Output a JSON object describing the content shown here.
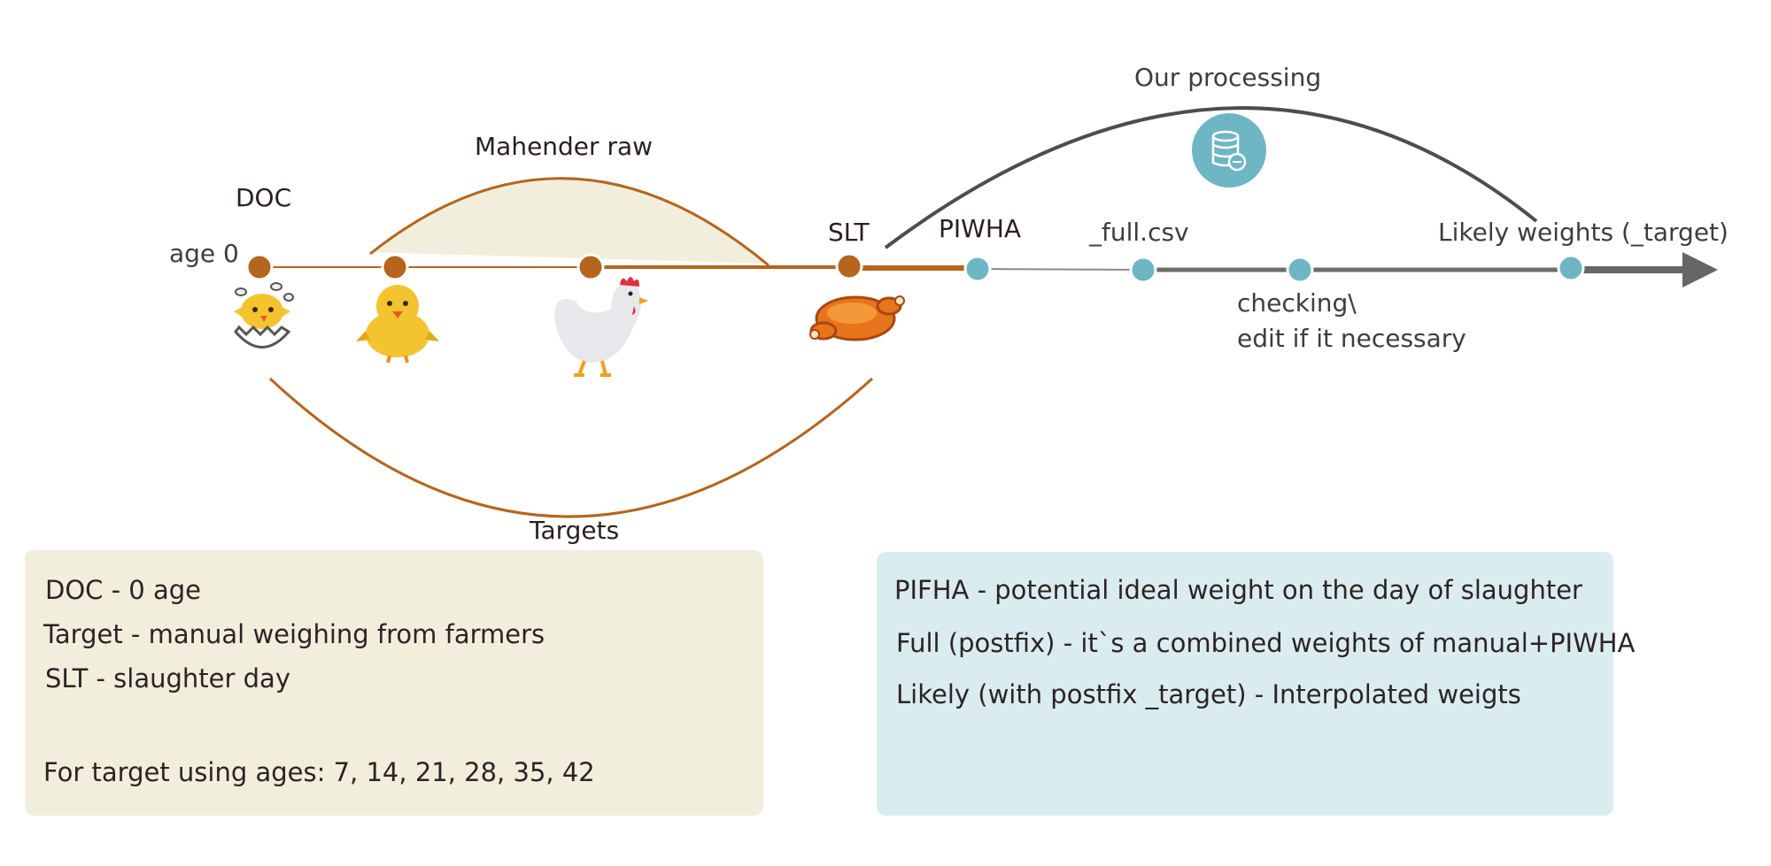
{
  "title": "Our processing",
  "labels": {
    "doc": "DOC",
    "age0": "age 0",
    "mahender_raw": "Mahender raw",
    "targets": "Targets",
    "slt": "SLT",
    "piwha": "PIWHA",
    "full_csv": "_full.csv",
    "likely": "Likely weights (_target)",
    "checking_1": "checking\\",
    "checking_2": "edit if it necessary"
  },
  "icons": [
    "hatching-chick-icon",
    "baby-chick-icon",
    "hen-icon",
    "roast-chicken-icon",
    "database-icon"
  ],
  "colors": {
    "brown": "#b5651d",
    "teal": "#6fb6c4",
    "gray": "#666666",
    "beige": "#f1eedc",
    "light_blue": "#daecf0"
  },
  "legend_left": {
    "lines": [
      "DOC - 0 age",
      "Target -  manual weighing from farmers",
      "SLT - slaughter day",
      "For target using ages:  7, 14, 21, 28, 35, 42"
    ]
  },
  "legend_right": {
    "lines": [
      "PIFHA - potential ideal weight on the day of slaughter",
      "Full (postfix) - it`s a combined weights of manual+PIWHA",
      "Likely (with postfix _target) - Interpolated weigts"
    ]
  }
}
